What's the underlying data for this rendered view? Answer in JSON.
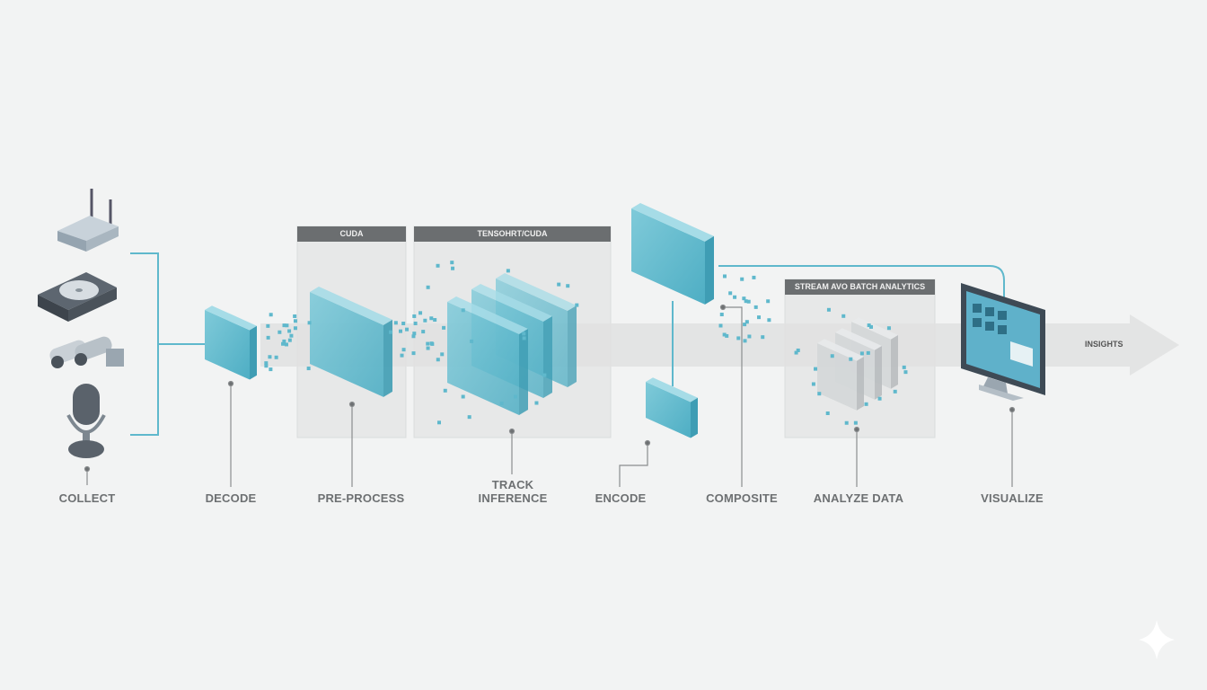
{
  "panels": {
    "cuda": "CUDA",
    "tensorrt": "TENSOHRT/CUDA",
    "analytics": "STREAM AVO BATCH ANALYTICS"
  },
  "arrow_label": "INSIGHTS",
  "stages": {
    "collect": "COLLECT",
    "decode": "DECODE",
    "preprocess": "PRE-PROCESS",
    "track": "TRACK",
    "inference": "INFERENCE",
    "encode": "ENCODE",
    "composite": "COMPOSITE",
    "analyze": "ANALYZE DATA",
    "visualize": "VISUALIZE"
  },
  "sources": [
    "router-icon",
    "hard-drive-icon",
    "security-camera-icon",
    "microphone-icon"
  ],
  "colors": {
    "accent": "#5fb8cc",
    "panel_header": "#6b6e70",
    "label": "#6d7072",
    "band": "#e2e3e3"
  }
}
